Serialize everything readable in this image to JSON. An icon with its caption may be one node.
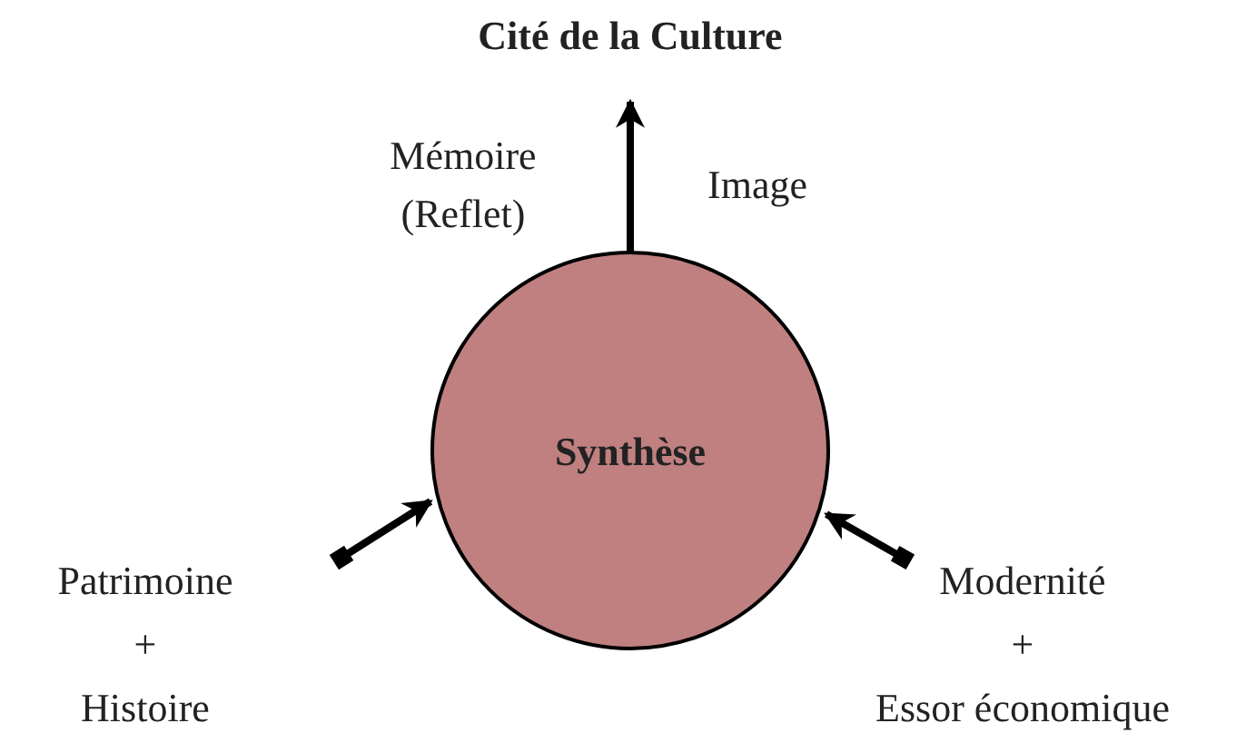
{
  "diagram": {
    "nodes": [
      {
        "text": [
          "Cité de la Culture"
        ]
      },
      {
        "text": [
          "Synthèse"
        ]
      },
      {
        "text": [
          "Patrimoine",
          "+",
          "Histoire"
        ]
      },
      {
        "text": [
          "Modernité",
          "+",
          "Essor économique"
        ]
      }
    ],
    "edges": [
      {
        "from": 1,
        "to": 0,
        "arrow": "to"
      },
      {
        "from": 2,
        "to": 1,
        "arrow": "to"
      },
      {
        "from": 3,
        "to": 1,
        "arrow": "to"
      }
    ],
    "labels": [
      "Mémoire (Reflet)",
      "Image"
    ]
  }
}
